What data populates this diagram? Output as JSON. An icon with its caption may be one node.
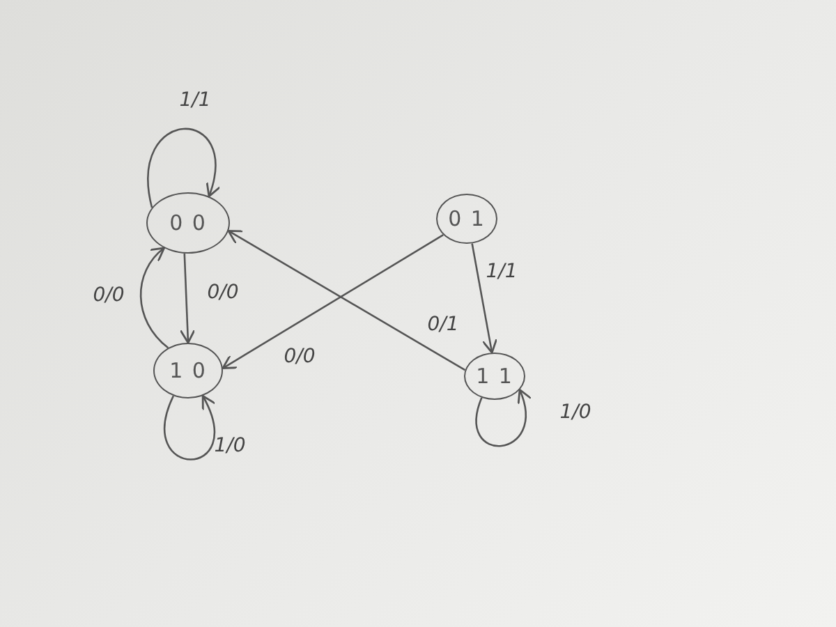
{
  "diagram": {
    "nodes": [
      {
        "text": [
          "0 0"
        ]
      },
      {
        "text": [
          "0 1"
        ]
      },
      {
        "text": [
          "1 0"
        ]
      },
      {
        "text": [
          "1 1"
        ]
      }
    ],
    "edges": [
      {
        "from": 0,
        "to": 0,
        "arrow": "to",
        "label": "1/1"
      },
      {
        "from": 0,
        "to": 2,
        "arrow": "to",
        "label": "0/0"
      },
      {
        "from": 2,
        "to": 0,
        "arrow": "to",
        "label": "0/0"
      },
      {
        "from": 1,
        "to": 2,
        "arrow": "to",
        "label": "0/0"
      },
      {
        "from": 1,
        "to": 3,
        "arrow": "to",
        "label": "1/1"
      },
      {
        "from": 3,
        "to": 0,
        "arrow": "to",
        "label": "0/1"
      },
      {
        "from": 2,
        "to": 2,
        "arrow": "to",
        "label": "1/0"
      },
      {
        "from": 3,
        "to": 3,
        "arrow": "to",
        "label": "1/0"
      }
    ]
  }
}
